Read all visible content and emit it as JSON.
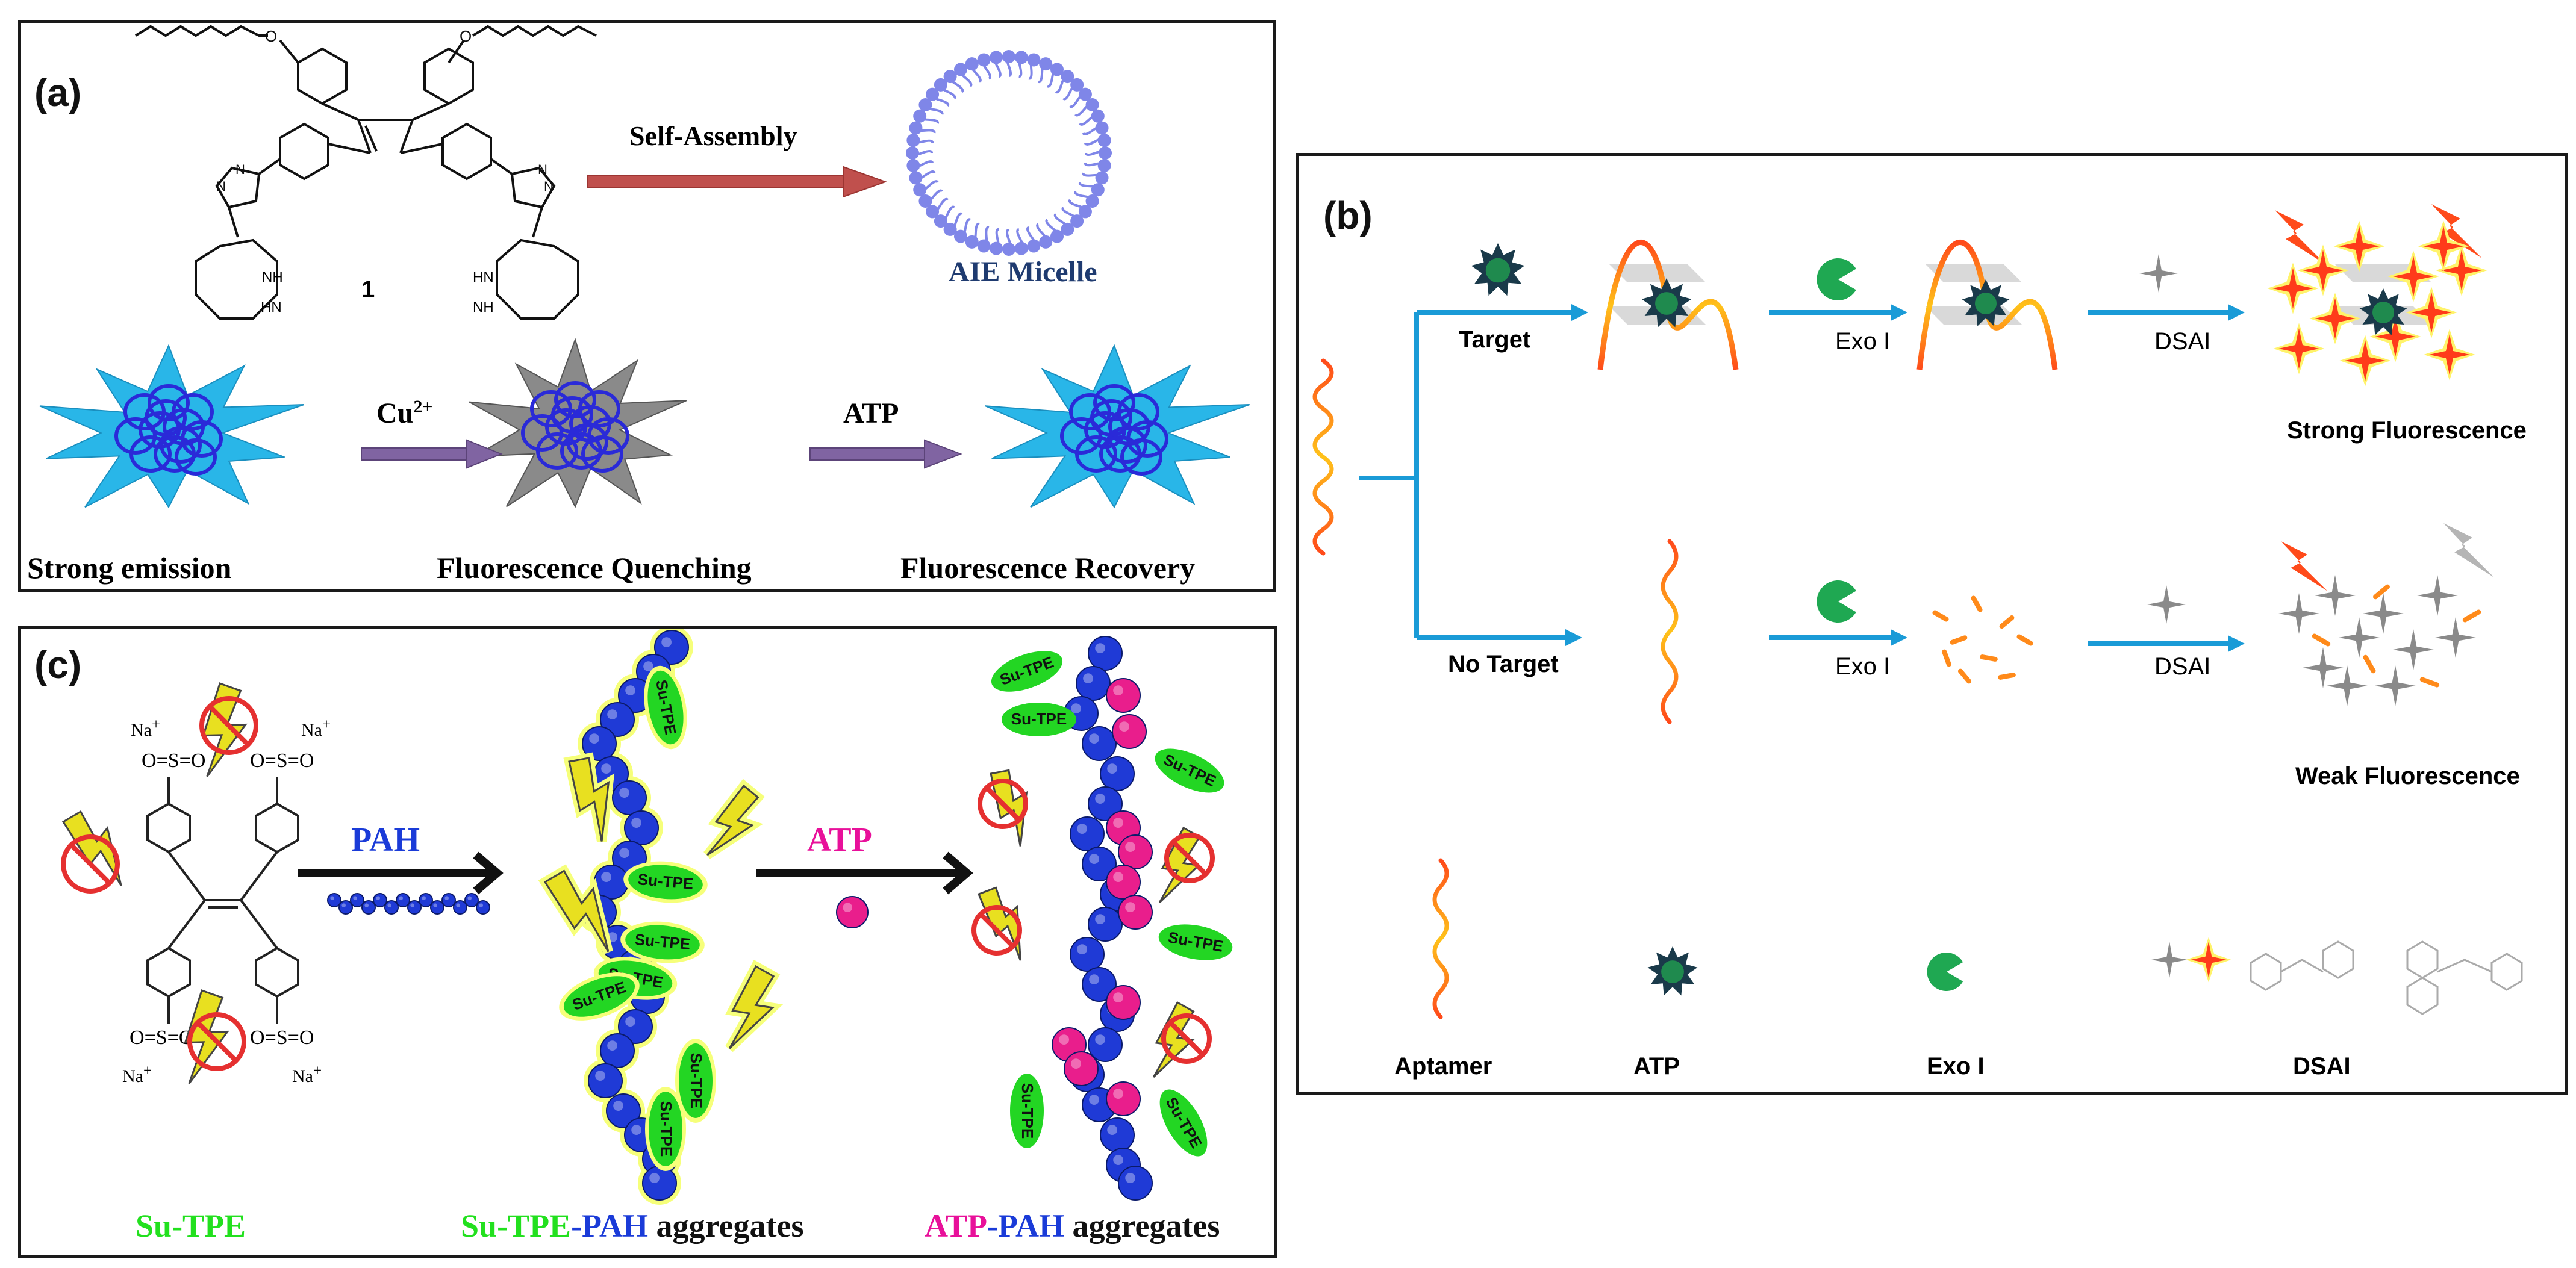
{
  "panel_a": {
    "tag": "(a)",
    "compound_number": "1",
    "arrow_label": "Self-Assembly",
    "micelle_label": "AIE Micelle",
    "nh1": "NH",
    "nh2": "HN",
    "nh3": "HN",
    "nh4": "NH",
    "cu_label": "Cu",
    "cu_sup": "2+",
    "atp_label": "ATP",
    "state1": "Strong emission",
    "state2": "Fluorescence Quenching",
    "state3": "Fluorescence Recovery"
  },
  "panel_b": {
    "tag": "(b)",
    "target": "Target",
    "no_target": "No Target",
    "exo1": "Exo I",
    "exo2": "Exo I",
    "dsai1": "DSAI",
    "dsai2": "DSAI",
    "strong": "Strong Fluorescence",
    "weak": "Weak Fluorescence",
    "legend": [
      "Aptamer",
      "ATP",
      "Exo I",
      "DSAI"
    ]
  },
  "panel_c": {
    "tag": "(c)",
    "pah_label": "PAH",
    "atp_label": "ATP",
    "label_sutpe": "Su-TPE",
    "label_agg1_a": "Su-TPE",
    "label_agg1_b": "-PAH",
    "label_agg1_c": " aggregates",
    "label_agg2_a": "ATP",
    "label_agg2_b": "-PAH",
    "label_agg2_c": " aggregates",
    "ellipse_text": "Su-TPE",
    "na": "Na",
    "plus": "+",
    "o_minus": "O",
    "so": "S",
    "o": "O"
  },
  "colors": {
    "red_arrow": "#c0504d",
    "purple_arrow": "#8064a2",
    "blue_arrow": "#1a9bd7",
    "micelle": "#7f86e8",
    "cyan_star": "#29b6e8",
    "gray_star": "#8a8a8a",
    "dark_blue_text": "#1f3b70",
    "green": "#22e01e",
    "blue_text": "#1a3bd8",
    "magenta": "#e8109a",
    "sphere_blue": "#1f3ad6",
    "sphere_pink": "#e91e8c",
    "ellipse_green": "#23d623"
  }
}
